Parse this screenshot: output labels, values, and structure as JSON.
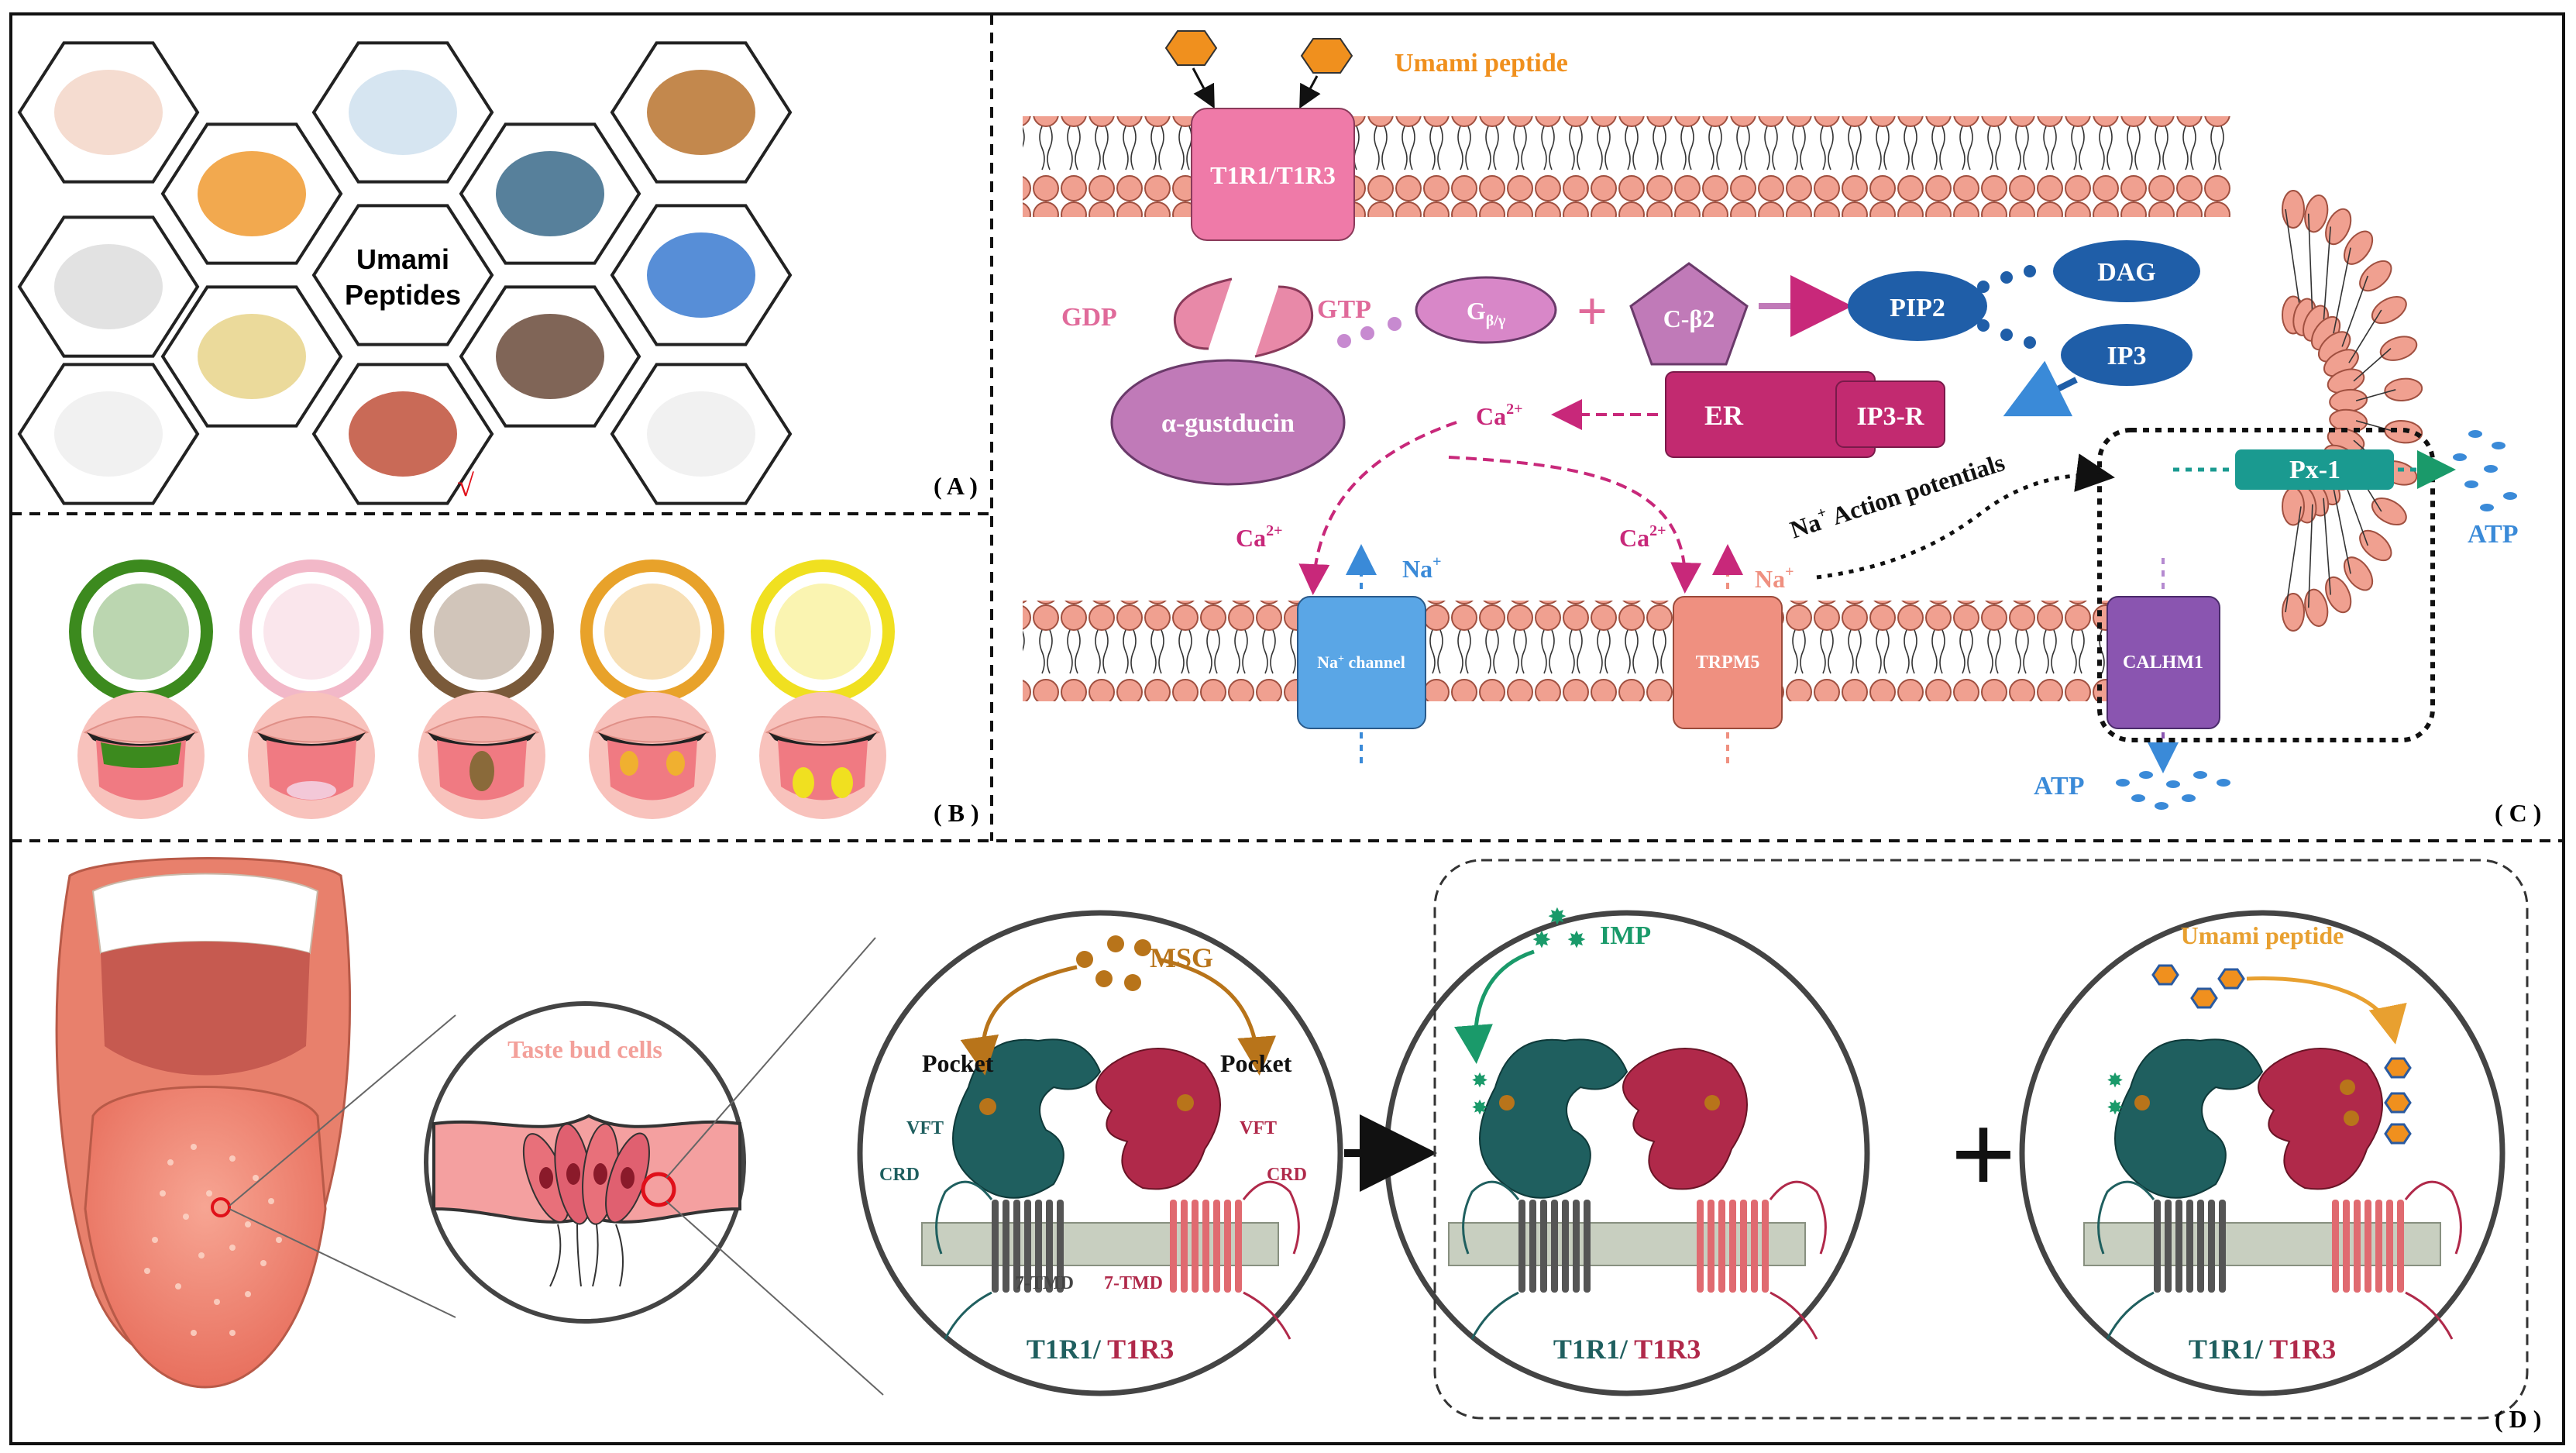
{
  "panel_a": {
    "center_label_line1": "Umami",
    "center_label_line2": "Peptides",
    "check_mark": "√",
    "panel_letter": "( A )",
    "hex_icons": [
      "baby-bath-icon",
      "muscle-body-icon",
      "face-mask-icon",
      "orange-drink-icon",
      "powder-bowl-icon",
      "joint-bone-icon",
      "liver-icon",
      "seaweed-rolls-icon",
      "frying-pan-icon",
      "almonds-icon",
      "medicine-bottle-icon",
      "lotion-bottle-icon"
    ]
  },
  "panel_b": {
    "panel_letter": "( B )",
    "taste_colors": [
      "#3c8a1e",
      "#f2b8c8",
      "#7a5a3a",
      "#e8a22a",
      "#f0e020"
    ],
    "taste_icons": [
      "bitter-melon-icon",
      "lollipop-icon",
      "mushroom-icon",
      "salted-egg-icon",
      "lemon-icon"
    ]
  },
  "panel_c": {
    "panel_letter": "( C )",
    "umami_peptide": "Umami peptide",
    "receptor": "T1R1/T1R3",
    "gdp": "GDP",
    "gtp": "GTP",
    "g_beta_gamma": "G",
    "g_beta_gamma_sub": "β/γ",
    "plc": "C-β2",
    "pip2": "PIP2",
    "dag": "DAG",
    "ip3": "IP3",
    "alpha_gustducin": "α-gustducin",
    "er": "ER",
    "ip3r": "IP3-R",
    "ca_label": "Ca",
    "ca_charge": "2+",
    "na_label": "Na",
    "na_charge": "+",
    "na_action": "Na",
    "na_action_rest": " Action potentials",
    "px1": "Px-1",
    "atp": "ATP",
    "na_channel": "Na",
    "na_channel_rest": " channel",
    "trpm5": "TRPM5",
    "calhm1": "CALHM1"
  },
  "panel_d": {
    "panel_letter": "( D )",
    "taste_bud_cells": "Taste bud cells",
    "msg": "MSG",
    "imp": "IMP",
    "umami_peptide": "Umami peptide",
    "pocket": "Pocket",
    "vft": "VFT",
    "crd": "CRD",
    "tmd": "7-TMD",
    "t1r1": "T1R1/",
    "t1r3": " T1R3",
    "plus": "+",
    "colors": {
      "t1r1": "#1f5f5f",
      "t1r3": "#b0294a",
      "msg": "#b8741a",
      "imp": "#1a9a6a",
      "peptide": "#e8a030"
    }
  }
}
